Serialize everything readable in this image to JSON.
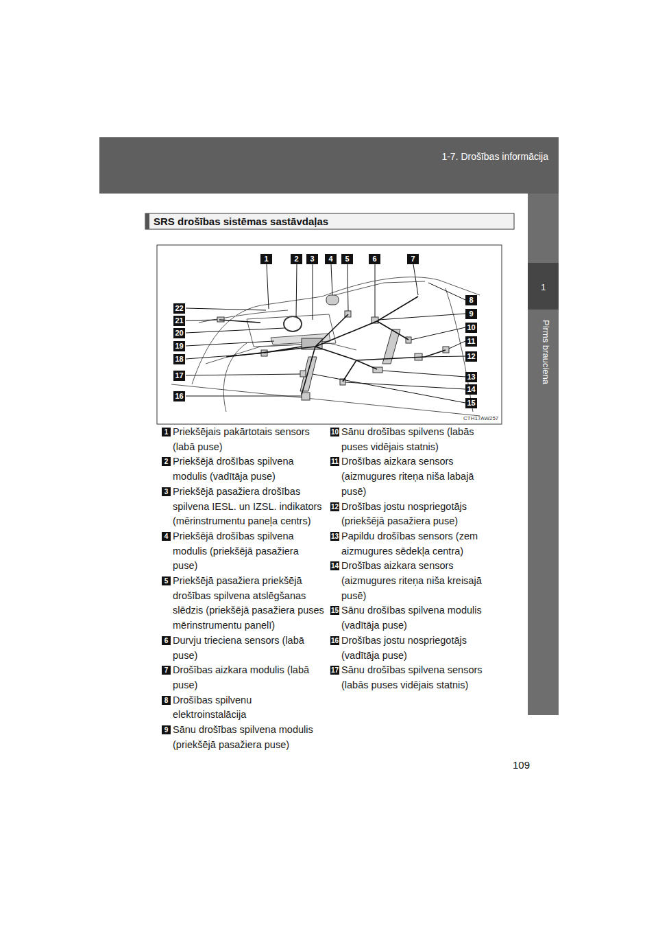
{
  "diagram": {
    "title": "SRS drošības sistēmas sastāvdaļas",
    "nodes": [
      {
        "text": [
          "1-7. Drošības informācija"
        ]
      },
      {
        "text": [
          "1"
        ]
      },
      {
        "text": [
          "SRS drošības sistēmas sastāvdaļas"
        ]
      }
    ],
    "labels": [
      "1",
      "2",
      "3",
      "4",
      "5",
      "6",
      "7",
      "8",
      "9",
      "10",
      "11",
      "12",
      "13",
      "14",
      "15",
      "22",
      "21",
      "20",
      "19",
      "18",
      "17",
      "16",
      "CTH17AW257",
      "1",
      "Priekšējais pakārtotais sensors (labā puse)",
      "2",
      "Priekšējā drošības spilvena modulis (vadītāja puse)",
      "3",
      "Priekšējā pasažiera drošības spilvena IESL. un IZSL. indikators (mērinstrumentu paneļa centrs)",
      "4",
      "Priekšējā drošības spilvena modulis (priekšējā pasažiera puse)",
      "5",
      "Priekšējā pasažiera priekšējā drošības spilvena atslēgšanas slēdzis (priekšējā pasažiera puses mērinstrumentu panelī)",
      "6",
      "Durvju trieciena sensors (labā puse)",
      "7",
      "Drošības aizkara modulis (labā puse)",
      "8",
      "Drošības spilvenu elektroinstalācija",
      "9",
      "Sānu drošības spilvena modulis (priekšējā pasažiera puse)",
      "10",
      "Sānu drošības spilvens (labās puses vidējais statnis)",
      "11",
      "Drošības aizkara sensors (aizmugures riteņa niša labajā pusē)",
      "12",
      "Drošības jostu nospriegotājs (priekšējā pasažiera puse)",
      "13",
      "Papildu drošības sensors (zem aizmugures sēdekļa centra)",
      "14",
      "Drošības aizkara sensors (aizmugures riteņa niša kreisajā pusē)",
      "15",
      "Sānu drošības spilvena modulis (vadītāja puse)",
      "16",
      "Drošības jostu nospriegotājs (vadītāja puse)",
      "17",
      "Sānu drošības spilvena sensors (labās puses vidējais statnis)",
      "Pirms brauciena",
      "109"
    ]
  }
}
